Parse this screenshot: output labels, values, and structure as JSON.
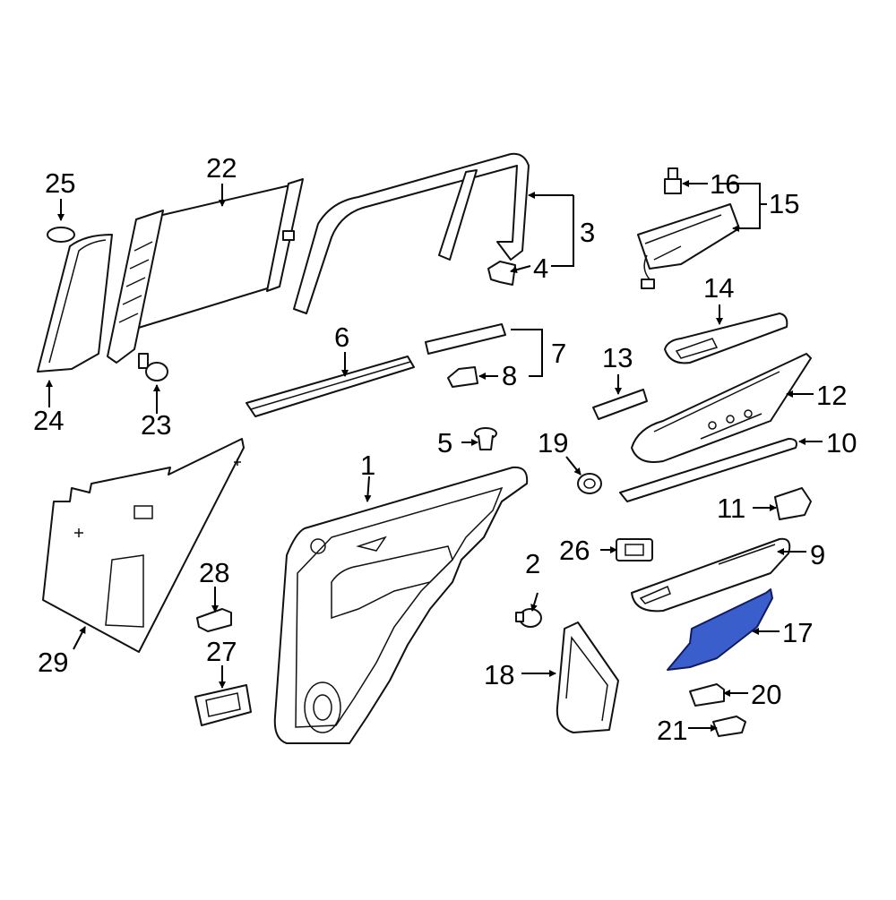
{
  "diagram": {
    "highlight_color": "#3a5fcd",
    "callouts": [
      {
        "id": "1",
        "label": "1"
      },
      {
        "id": "2",
        "label": "2"
      },
      {
        "id": "3",
        "label": "3"
      },
      {
        "id": "4",
        "label": "4"
      },
      {
        "id": "5",
        "label": "5"
      },
      {
        "id": "6",
        "label": "6"
      },
      {
        "id": "7",
        "label": "7"
      },
      {
        "id": "8",
        "label": "8"
      },
      {
        "id": "9",
        "label": "9"
      },
      {
        "id": "10",
        "label": "10"
      },
      {
        "id": "11",
        "label": "11"
      },
      {
        "id": "12",
        "label": "12"
      },
      {
        "id": "13",
        "label": "13"
      },
      {
        "id": "14",
        "label": "14"
      },
      {
        "id": "15",
        "label": "15"
      },
      {
        "id": "16",
        "label": "16"
      },
      {
        "id": "17",
        "label": "17"
      },
      {
        "id": "18",
        "label": "18"
      },
      {
        "id": "19",
        "label": "19"
      },
      {
        "id": "20",
        "label": "20"
      },
      {
        "id": "21",
        "label": "21"
      },
      {
        "id": "22",
        "label": "22"
      },
      {
        "id": "23",
        "label": "23"
      },
      {
        "id": "24",
        "label": "24"
      },
      {
        "id": "25",
        "label": "25"
      },
      {
        "id": "26",
        "label": "26"
      },
      {
        "id": "27",
        "label": "27"
      },
      {
        "id": "28",
        "label": "28"
      },
      {
        "id": "29",
        "label": "29"
      }
    ]
  }
}
